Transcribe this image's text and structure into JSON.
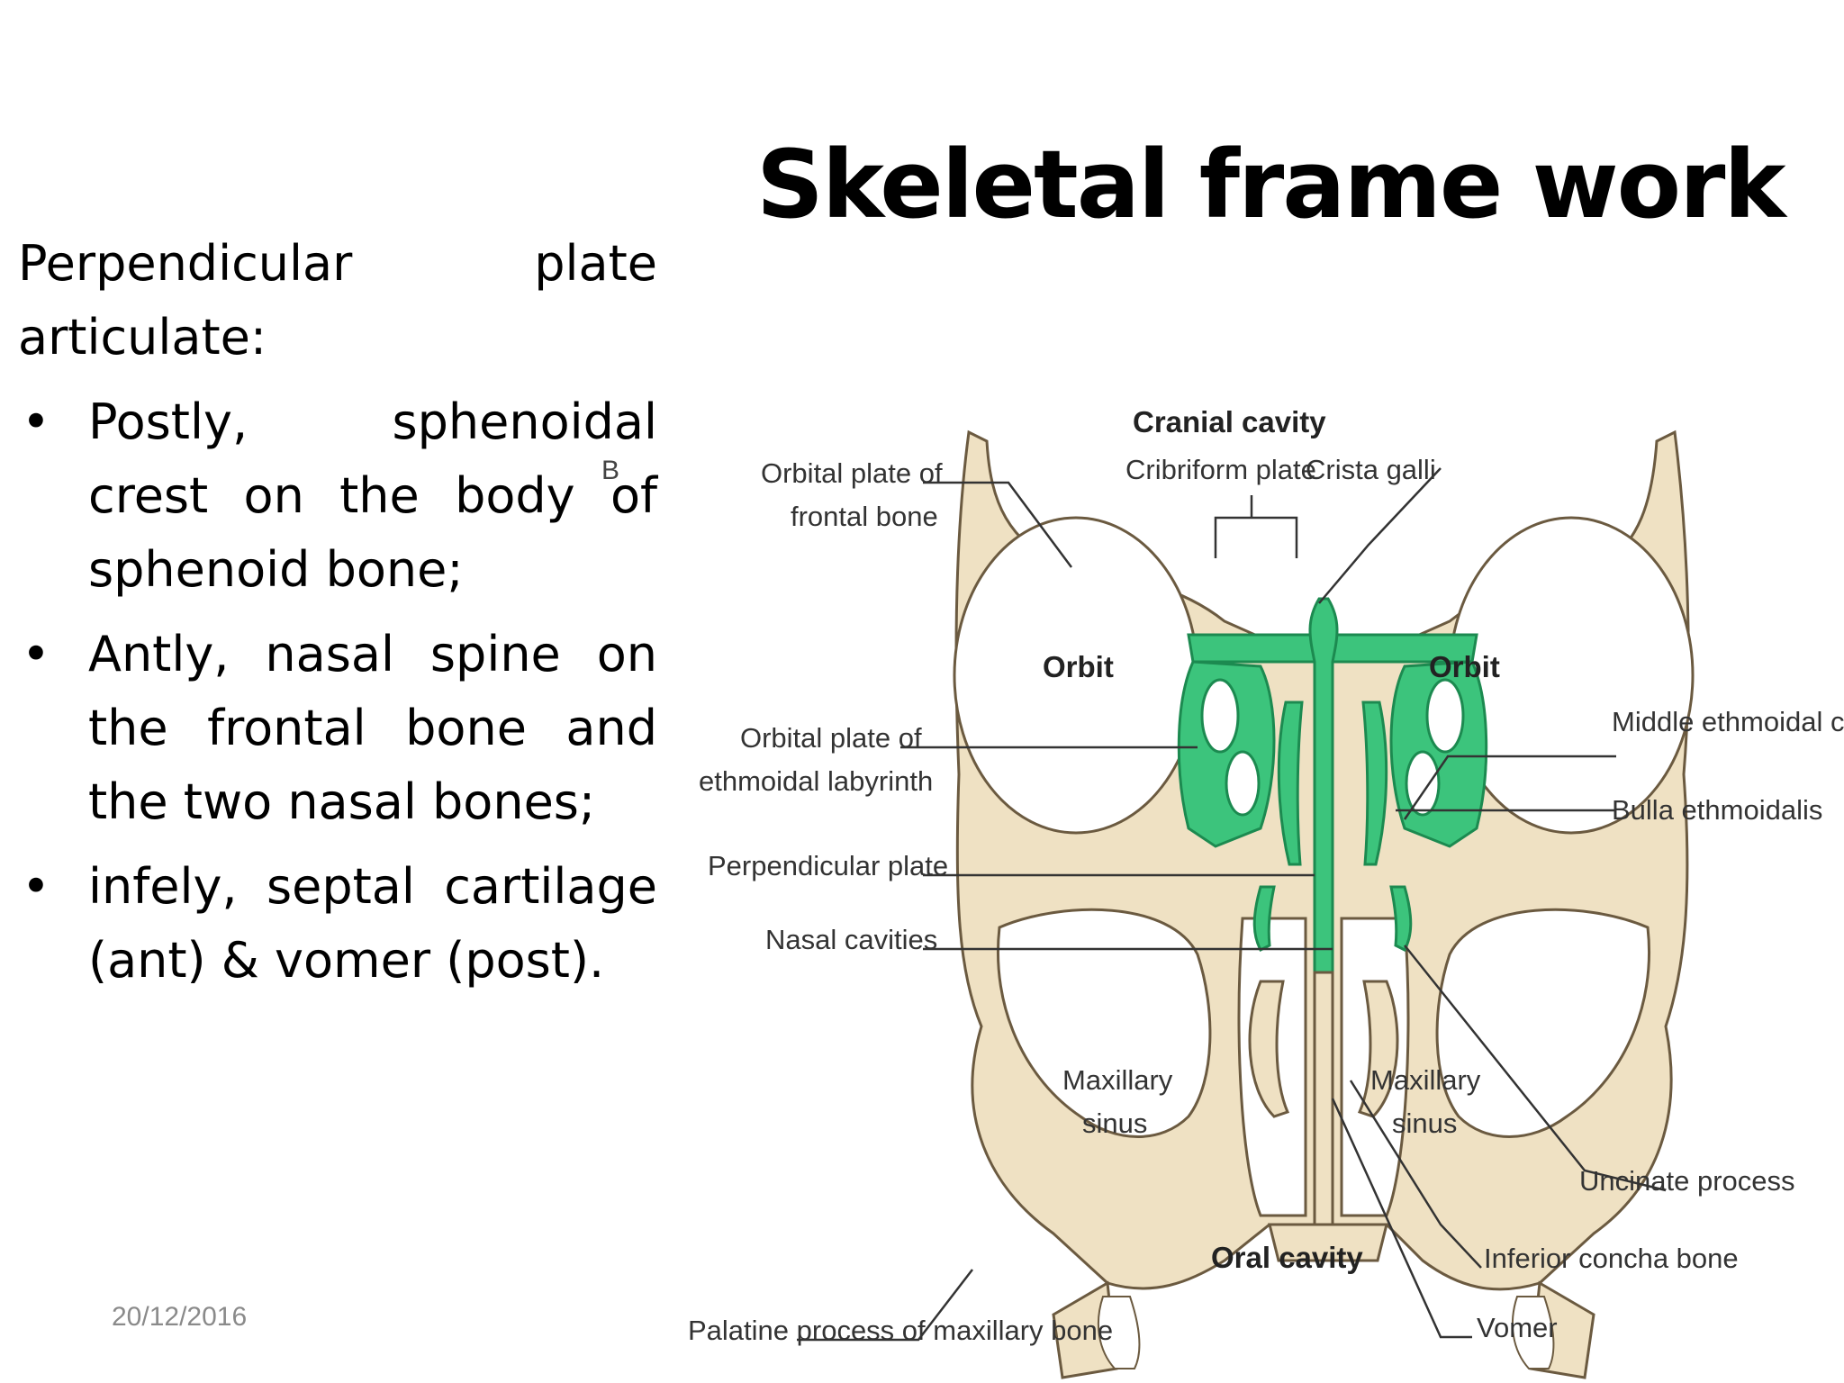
{
  "slide": {
    "title": "Skeletal frame work",
    "intro": "Perpendicular plate articulate:",
    "bullets": [
      "Postly, sphenoidal crest on the body of sphenoid bone;",
      "Antly, nasal spine on the frontal bone and the two nasal bones;",
      "infely, septal cartilage (ant) & vomer (post)."
    ],
    "stray_mark": "B",
    "date": "20/12/2016"
  },
  "diagram": {
    "labels": {
      "cranial_cavity": "Cranial cavity",
      "cribriform_plate": "Cribriform plate",
      "crista_galli": "Crista galli",
      "orbital_plate_frontal_1": "Orbital plate of",
      "orbital_plate_frontal_2": "frontal bone",
      "orbit_left": "Orbit",
      "orbit_right": "Orbit",
      "orbital_plate_ethmoid_1": "Orbital plate of",
      "orbital_plate_ethmoid_2": "ethmoidal labyrinth",
      "middle_ethmoidal_cells": "Middle ethmoidal cells",
      "bulla_ethmoidalis": "Bulla ethmoidalis",
      "perpendicular_plate": "Perpendicular plate",
      "nasal_cavities": "Nasal cavities",
      "maxillary_sinus_left_1": "Maxillary",
      "maxillary_sinus_left_2": "sinus",
      "maxillary_sinus_right_1": "Maxillary",
      "maxillary_sinus_right_2": "sinus",
      "uncinate_process": "Uncinate process",
      "oral_cavity": "Oral cavity",
      "inferior_concha_bone": "Inferior concha bone",
      "palatine_process": "Palatine process of maxillary bone",
      "vomer": "Vomer"
    },
    "colors": {
      "bone": "#efe1c3",
      "ethmoid": "#3cc47c"
    }
  }
}
